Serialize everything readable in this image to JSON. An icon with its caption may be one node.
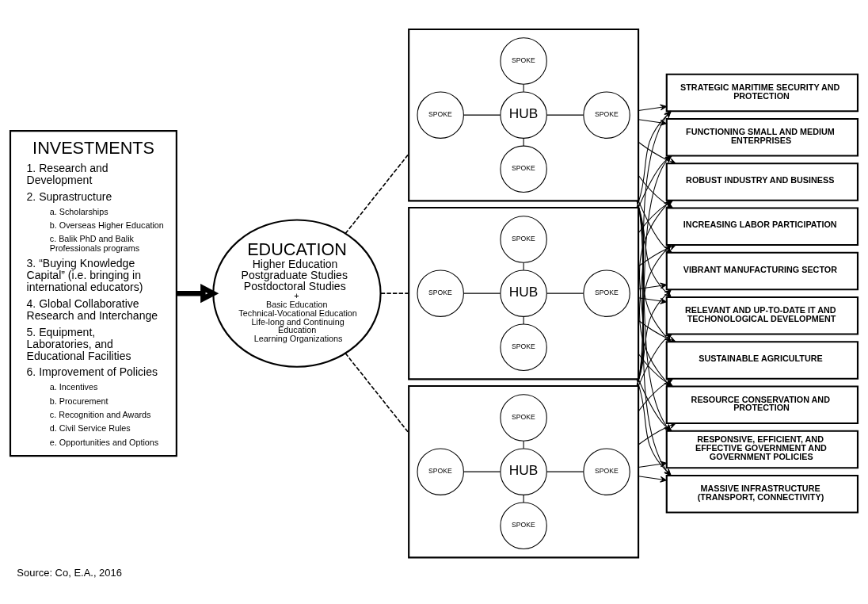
{
  "diagram": {
    "caption": "Source: Co, E.A., 2016",
    "nodes": [
      {
        "text": [
          "INVESTMENTS",
          "1. Research and Development",
          "2. Suprastructure",
          "a. Scholarships",
          "b. Overseas Higher Education",
          "c. Balik PhD and Balik Professionals programs",
          "3. “Buying Knowledge Capital” (i.e. bringing in international educators)",
          "4. Global Collaborative Research and Interchange",
          "5. Equipment, Laboratories, and Educational Facilities",
          "6. Improvement of Policies",
          "a. Incentives",
          "b. Procurement",
          "c. Recognition and Awards",
          "d. Civil Service Rules",
          "e. Opportunities and Options"
        ]
      },
      {
        "text": [
          "EDUCATION",
          "Higher Education",
          "Postgraduate Studies",
          "Postdoctoral Studies",
          "+",
          "Basic Education",
          "Technical-Vocational Education",
          "Life-long and Continuing Education",
          "Learning Organizations"
        ]
      },
      {
        "text": [],
        "shape": "box"
      },
      {
        "text": [
          "SPOKE"
        ],
        "in": 2
      },
      {
        "text": [
          "SPOKE"
        ],
        "in": 2
      },
      {
        "text": [
          "HUB"
        ],
        "in": 2
      },
      {
        "text": [
          "SPOKE"
        ],
        "in": 2
      },
      {
        "text": [
          "SPOKE"
        ],
        "in": 2
      },
      {
        "text": [],
        "shape": "box"
      },
      {
        "text": [
          "SPOKE"
        ],
        "in": 8
      },
      {
        "text": [
          "SPOKE"
        ],
        "in": 8
      },
      {
        "text": [
          "HUB"
        ],
        "in": 8
      },
      {
        "text": [
          "SPOKE"
        ],
        "in": 8
      },
      {
        "text": [
          "SPOKE"
        ],
        "in": 8
      },
      {
        "text": [],
        "shape": "box"
      },
      {
        "text": [
          "SPOKE"
        ],
        "in": 14
      },
      {
        "text": [
          "SPOKE"
        ],
        "in": 14
      },
      {
        "text": [
          "HUB"
        ],
        "in": 14
      },
      {
        "text": [
          "SPOKE"
        ],
        "in": 14
      },
      {
        "text": [
          "SPOKE"
        ],
        "in": 14
      },
      {
        "text": [
          "STRATEGIC MARITIME SECURITY AND PROTECTION"
        ]
      },
      {
        "text": [
          "FUNCTIONING SMALL AND MEDIUM ENTERPRISES"
        ]
      },
      {
        "text": [
          "ROBUST INDUSTRY AND BUSINESS"
        ]
      },
      {
        "text": [
          "INCREASING LABOR PARTICIPATION"
        ]
      },
      {
        "text": [
          "VIBRANT MANUFACTURING SECTOR"
        ]
      },
      {
        "text": [
          "RELEVANT AND UP-TO-DATE IT AND TECHONOLOGICAL DEVELOPMENT"
        ]
      },
      {
        "text": [
          "SUSTAINABLE AGRICULTURE"
        ]
      },
      {
        "text": [
          "RESOURCE CONSERVATION AND PROTECTION"
        ]
      },
      {
        "text": [
          "RESPONSIVE, EFFICIENT, AND EFFECTIVE GOVERNMENT AND GOVERNMENT POLICIES"
        ]
      },
      {
        "text": [
          "MASSIVE INFRASTRUCTURE (TRANSPORT, CONNECTIVITY)"
        ]
      }
    ],
    "edges": [
      {
        "from": 0,
        "to": 1,
        "arrow": "to",
        "style": "thick"
      },
      {
        "from": 1,
        "to": 2,
        "arrow": "none",
        "style": "dashed"
      },
      {
        "from": 1,
        "to": 8,
        "arrow": "none",
        "style": "dashed"
      },
      {
        "from": 1,
        "to": 14,
        "arrow": "none",
        "style": "dashed"
      },
      {
        "from": 3,
        "to": 5,
        "arrow": "none"
      },
      {
        "from": 4,
        "to": 5,
        "arrow": "none"
      },
      {
        "from": 5,
        "to": 6,
        "arrow": "none"
      },
      {
        "from": 7,
        "to": 5,
        "arrow": "none"
      },
      {
        "from": 9,
        "to": 11,
        "arrow": "none"
      },
      {
        "from": 10,
        "to": 11,
        "arrow": "none"
      },
      {
        "from": 11,
        "to": 12,
        "arrow": "none"
      },
      {
        "from": 13,
        "to": 11,
        "arrow": "none"
      },
      {
        "from": 15,
        "to": 17,
        "arrow": "none"
      },
      {
        "from": 16,
        "to": 17,
        "arrow": "none"
      },
      {
        "from": 17,
        "to": 18,
        "arrow": "none"
      },
      {
        "from": 19,
        "to": 17,
        "arrow": "none"
      },
      {
        "from": 2,
        "to": 20,
        "arrow": "to"
      },
      {
        "from": 2,
        "to": 21,
        "arrow": "to"
      },
      {
        "from": 2,
        "to": 22,
        "arrow": "to"
      },
      {
        "from": 2,
        "to": 23,
        "arrow": "to"
      },
      {
        "from": 2,
        "to": 24,
        "arrow": "to"
      },
      {
        "from": 2,
        "to": 25,
        "arrow": "to"
      },
      {
        "from": 2,
        "to": 26,
        "arrow": "to"
      },
      {
        "from": 2,
        "to": 27,
        "arrow": "to"
      },
      {
        "from": 2,
        "to": 28,
        "arrow": "to"
      },
      {
        "from": 2,
        "to": 29,
        "arrow": "to"
      },
      {
        "from": 8,
        "to": 20,
        "arrow": "to"
      },
      {
        "from": 8,
        "to": 21,
        "arrow": "to"
      },
      {
        "from": 8,
        "to": 22,
        "arrow": "to"
      },
      {
        "from": 8,
        "to": 23,
        "arrow": "to"
      },
      {
        "from": 8,
        "to": 24,
        "arrow": "to"
      },
      {
        "from": 8,
        "to": 25,
        "arrow": "to"
      },
      {
        "from": 8,
        "to": 26,
        "arrow": "to"
      },
      {
        "from": 8,
        "to": 27,
        "arrow": "to"
      },
      {
        "from": 8,
        "to": 28,
        "arrow": "to"
      },
      {
        "from": 8,
        "to": 29,
        "arrow": "to"
      },
      {
        "from": 14,
        "to": 20,
        "arrow": "to"
      },
      {
        "from": 14,
        "to": 21,
        "arrow": "to"
      },
      {
        "from": 14,
        "to": 22,
        "arrow": "to"
      },
      {
        "from": 14,
        "to": 23,
        "arrow": "to"
      },
      {
        "from": 14,
        "to": 24,
        "arrow": "to"
      },
      {
        "from": 14,
        "to": 25,
        "arrow": "to"
      },
      {
        "from": 14,
        "to": 26,
        "arrow": "to"
      },
      {
        "from": 14,
        "to": 27,
        "arrow": "to"
      },
      {
        "from": 14,
        "to": 28,
        "arrow": "to"
      },
      {
        "from": 14,
        "to": 29,
        "arrow": "to"
      }
    ]
  }
}
